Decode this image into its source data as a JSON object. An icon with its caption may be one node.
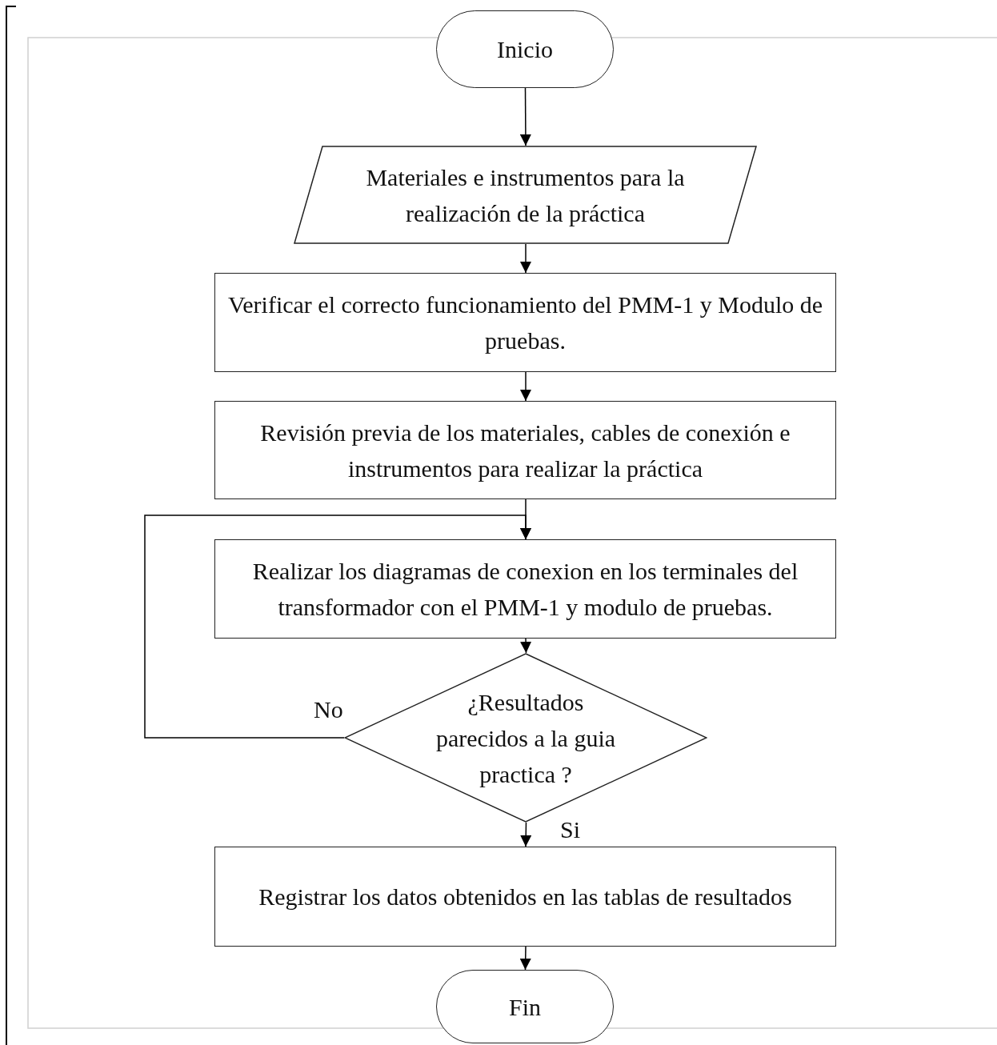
{
  "diagram": {
    "nodes": [
      {
        "text": [
          "Inicio"
        ]
      },
      {
        "text": [
          "Materiales e instrumentos para la realización de la práctica"
        ]
      },
      {
        "text": [
          "Verificar el correcto funcionamiento del PMM-1 y Modulo de pruebas."
        ]
      },
      {
        "text": [
          "Revisión previa de los materiales, cables de conexión e instrumentos para realizar la práctica"
        ]
      },
      {
        "text": [
          "Realizar los diagramas de conexion en los terminales del transformador con el PMM-1 y modulo de pruebas."
        ]
      },
      {
        "text": [
          "¿Resultados parecidos a la guia practica ?"
        ]
      },
      {
        "text": [
          "Registrar los datos obtenidos en las tablas de resultados"
        ]
      },
      {
        "text": [
          "Fin"
        ]
      }
    ],
    "edges": [
      {
        "from": 0,
        "to": 1,
        "arrow": "to"
      },
      {
        "from": 1,
        "to": 2,
        "arrow": "to"
      },
      {
        "from": 2,
        "to": 3,
        "arrow": "to"
      },
      {
        "from": 3,
        "to": 4,
        "arrow": "to"
      },
      {
        "from": 4,
        "to": 5,
        "arrow": "to"
      },
      {
        "from": 5,
        "to": 4,
        "arrow": "to",
        "label": "No"
      },
      {
        "from": 5,
        "to": 6,
        "arrow": "to",
        "label": "Si"
      },
      {
        "from": 6,
        "to": 7,
        "arrow": "to"
      }
    ]
  }
}
